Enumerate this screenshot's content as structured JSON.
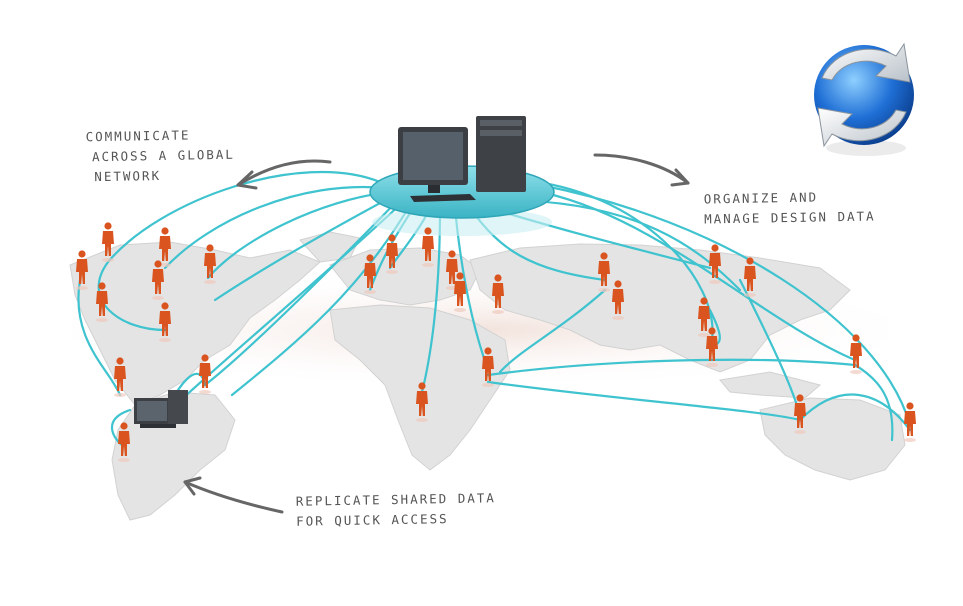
{
  "captions": {
    "communicate": [
      "COMMUNICATE",
      "ACROSS A GLOBAL",
      "NETWORK"
    ],
    "organize": [
      "ORGANIZE AND",
      "MANAGE DESIGN DATA"
    ],
    "replicate": [
      "REPLICATE SHARED DATA",
      "FOR QUICK ACCESS"
    ]
  },
  "icons": [
    "sync-icon",
    "server-computer-icon",
    "laptop-computer-icon",
    "person-figure-icon",
    "world-map"
  ],
  "colors": {
    "connection_line": "#3ec3cf",
    "person": "#d9541f",
    "hub_platform": "#5fc9d6",
    "sync_blue": "#1f6fd6",
    "map_land": "#e4e4e4"
  }
}
